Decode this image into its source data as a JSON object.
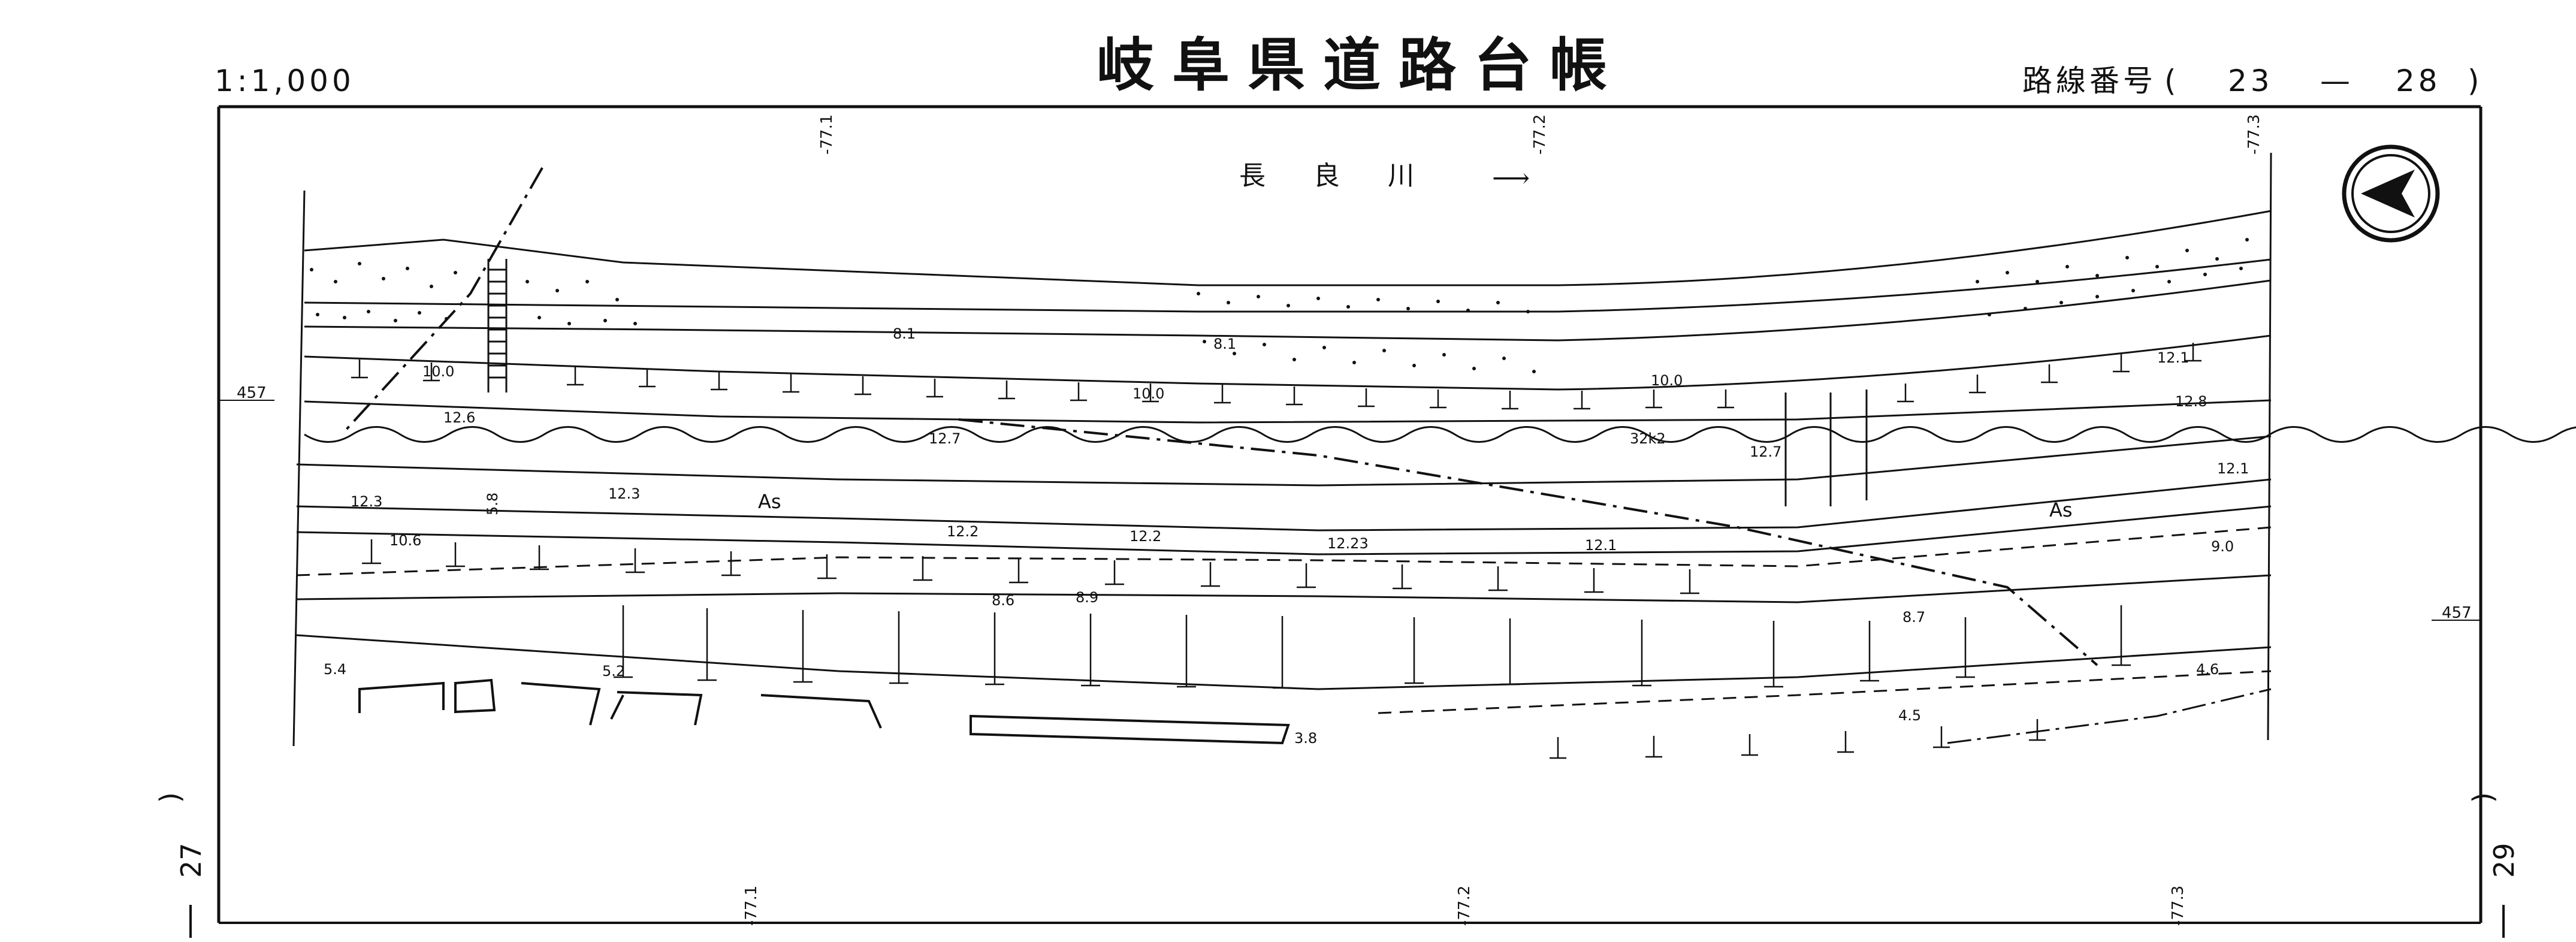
{
  "header": {
    "scale": "1:1,000",
    "title": "岐阜県道路台帳",
    "route_label": "路線番号",
    "route_open": "(",
    "route_from": "23",
    "route_dash": "—",
    "route_to": "28",
    "route_close": ")"
  },
  "map": {
    "river_label": "長良川",
    "river_arrow": "⟶",
    "station_label": "32k2",
    "surface_labels": [
      "As",
      "As"
    ],
    "north_arrow_icon": "north-arrow-icon",
    "elevations": [
      "8.1",
      "8.1",
      "10.0",
      "10.0",
      "10.0",
      "12.6",
      "12.7",
      "12.7",
      "12.3",
      "12.3",
      "10.6",
      "12.2",
      "12.2",
      "12.23",
      "12.1",
      "12.1",
      "12.1",
      "12.8",
      "9.0",
      "8.6",
      "8.9",
      "8.7",
      "5.4",
      "5.2",
      "3.8",
      "4.5",
      "4.6",
      "5.8"
    ],
    "grid_left": "457",
    "grid_right": "457",
    "grid_top": [
      "-77.1",
      "-77.2",
      "-77.3"
    ],
    "grid_bottom": [
      "-77.1",
      "-77.2",
      "-77.3"
    ]
  },
  "footer": {
    "sheet_left_number": "27",
    "sheet_left_paren": ")",
    "sheet_right_number": "29",
    "sheet_right_paren": ")"
  }
}
